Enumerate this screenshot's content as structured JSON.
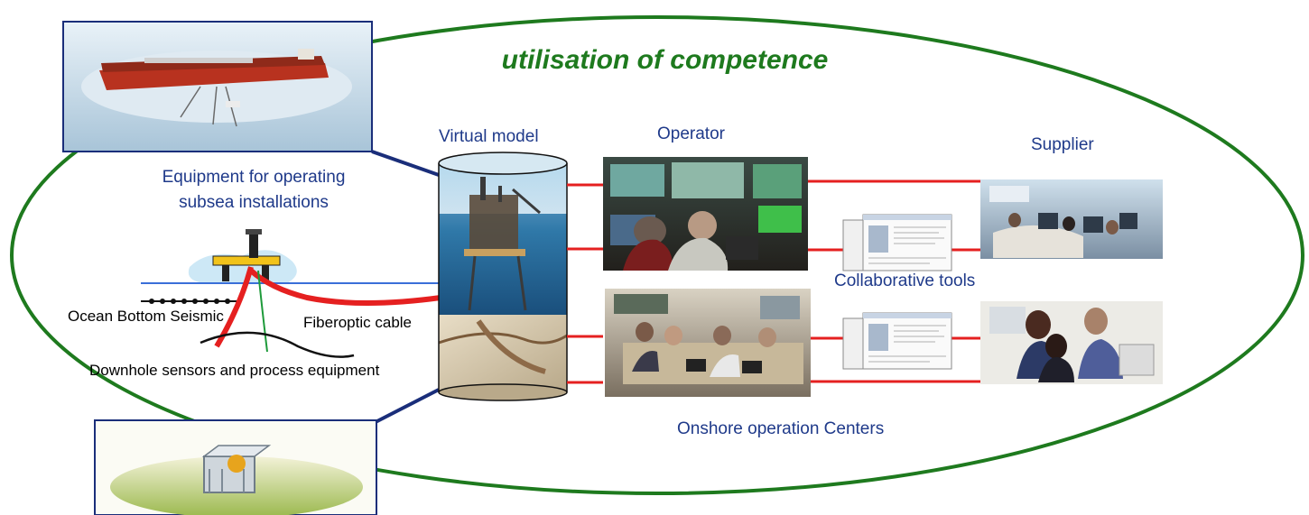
{
  "title": "utilisation  of competence",
  "labels": {
    "virtual_model": "Virtual model",
    "operator": "Operator",
    "supplier": "Supplier",
    "equipment_line1": "Equipment for operating",
    "equipment_line2": "subsea installations",
    "ocean_bottom_seismic": "Ocean Bottom Seismic",
    "fiberoptic_cable": "Fiberoptic cable",
    "downhole_sensors": "Downhole sensors and process equipment",
    "collaborative_tools": "Collaborative tools",
    "onshore_centers": "Onshore operation Centers"
  },
  "colors": {
    "ellipse": "#1e7a1e",
    "title": "#1e7a1e",
    "label": "#1f3a8a",
    "connector": "#e52020",
    "callout_line": "#1a2e7a",
    "cable": "#e52020",
    "sea_line": "#3a6fd8"
  }
}
